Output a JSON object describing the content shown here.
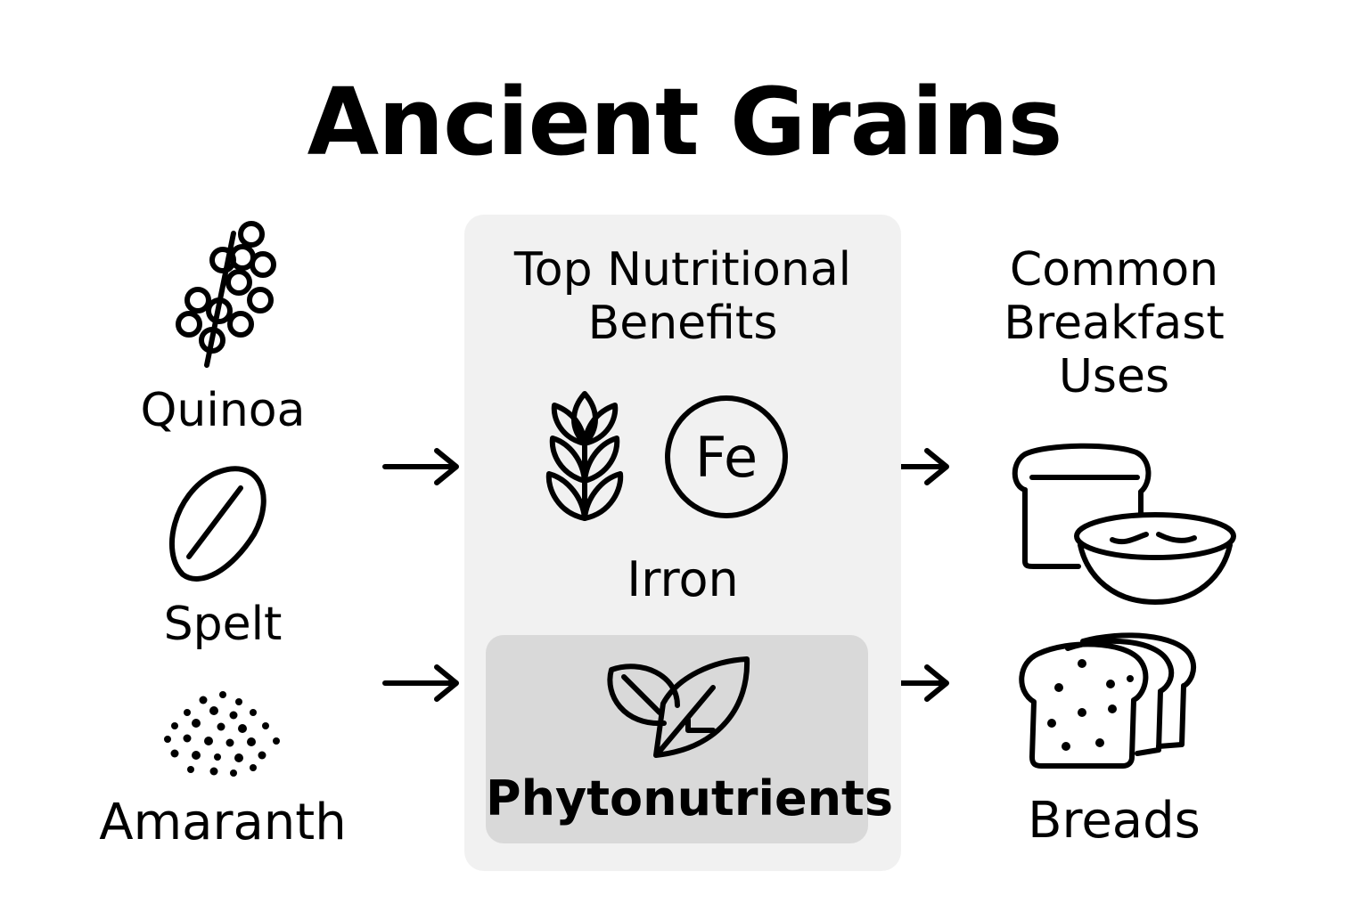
{
  "title": "Ancient Grains",
  "grains": [
    {
      "label": "Quinoa",
      "icon": "quinoa-icon"
    },
    {
      "label": "Spelt",
      "icon": "spelt-grain-icon"
    },
    {
      "label": "Amaranth",
      "icon": "amaranth-seeds-icon"
    }
  ],
  "benefits": {
    "heading_line1": "Top Nutritional",
    "heading_line2": "Benefits",
    "items": [
      {
        "label": "Irron",
        "icons": [
          "wheat-icon",
          "iron-fe-icon"
        ],
        "symbol": "Fe"
      },
      {
        "label": "Phytonutrients",
        "icons": [
          "leaves-icon"
        ]
      }
    ]
  },
  "uses": {
    "heading_line1": "Common",
    "heading_line2": "Breakfast",
    "heading_line3": "Uses",
    "items": [
      {
        "label": "",
        "icons": [
          "bread-loaf-icon",
          "porridge-bowl-icon"
        ]
      },
      {
        "label": "Breads",
        "icons": [
          "sliced-bread-icon"
        ]
      }
    ]
  },
  "arrows": [
    "arrow-right-icon",
    "arrow-right-icon",
    "arrow-right-icon",
    "arrow-right-icon"
  ],
  "colors": {
    "panel": "#f1f1f1",
    "subpanel": "#d9d9d9",
    "ink": "#000000",
    "background": "#ffffff"
  }
}
